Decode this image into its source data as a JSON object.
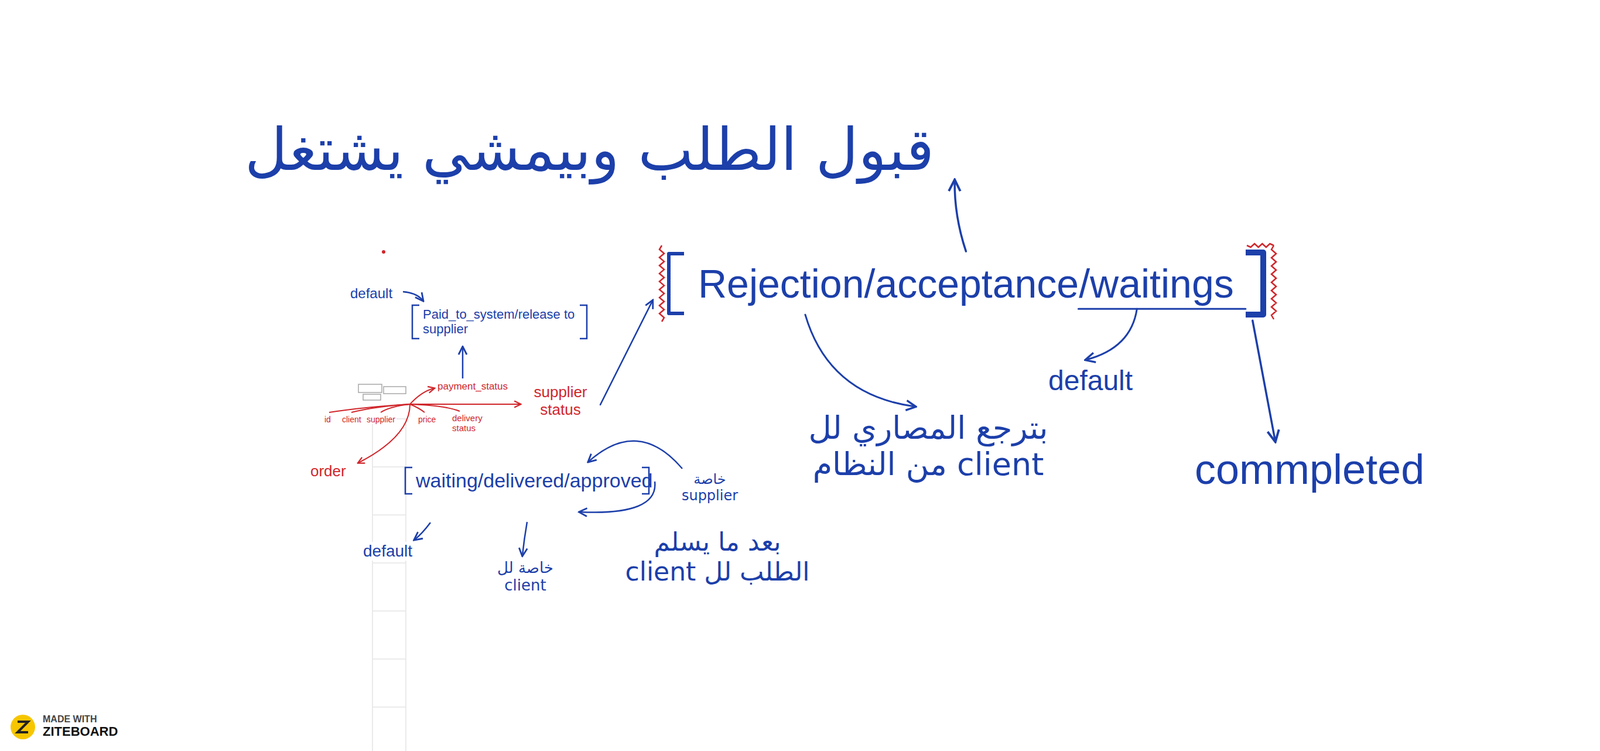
{
  "diagram": {
    "nodes": [
      {
        "text": [
          "Rejection/acceptance/waitings"
        ]
      },
      {
        "text": [
          "Paid_to_system/release to supplier"
        ]
      },
      {
        "text": [
          "waiting/delivered/approved"
        ]
      }
    ],
    "labels": [
      "قبول الطلب وبيمشي يشتغل",
      "default",
      "commpleted",
      "بترجع المصاري لل client من النظام",
      "default",
      "payment_status",
      "supplier status",
      "id",
      "client",
      "supplier",
      "price",
      "delivery status",
      "order",
      "default",
      "خاصة لل client",
      "خاصة supplier",
      "بعد ما يسلم الطلب لل client",
      "MADE WITH",
      "ZITEBOARD"
    ]
  }
}
